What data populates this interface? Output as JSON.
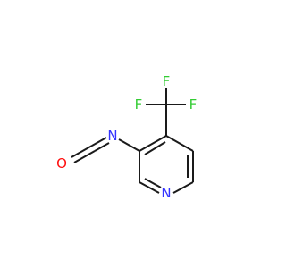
{
  "molecule": {
    "atoms": {
      "f_top": "F",
      "f_left": "F",
      "f_right": "F",
      "n_isocyanate": "N",
      "o_isocyanate": "O",
      "n_ring": "N"
    },
    "colors": {
      "bond": "#1a1a1a",
      "fluorine": "#33cc33",
      "nitrogen": "#3333ff",
      "oxygen": "#ff0d0d"
    }
  }
}
